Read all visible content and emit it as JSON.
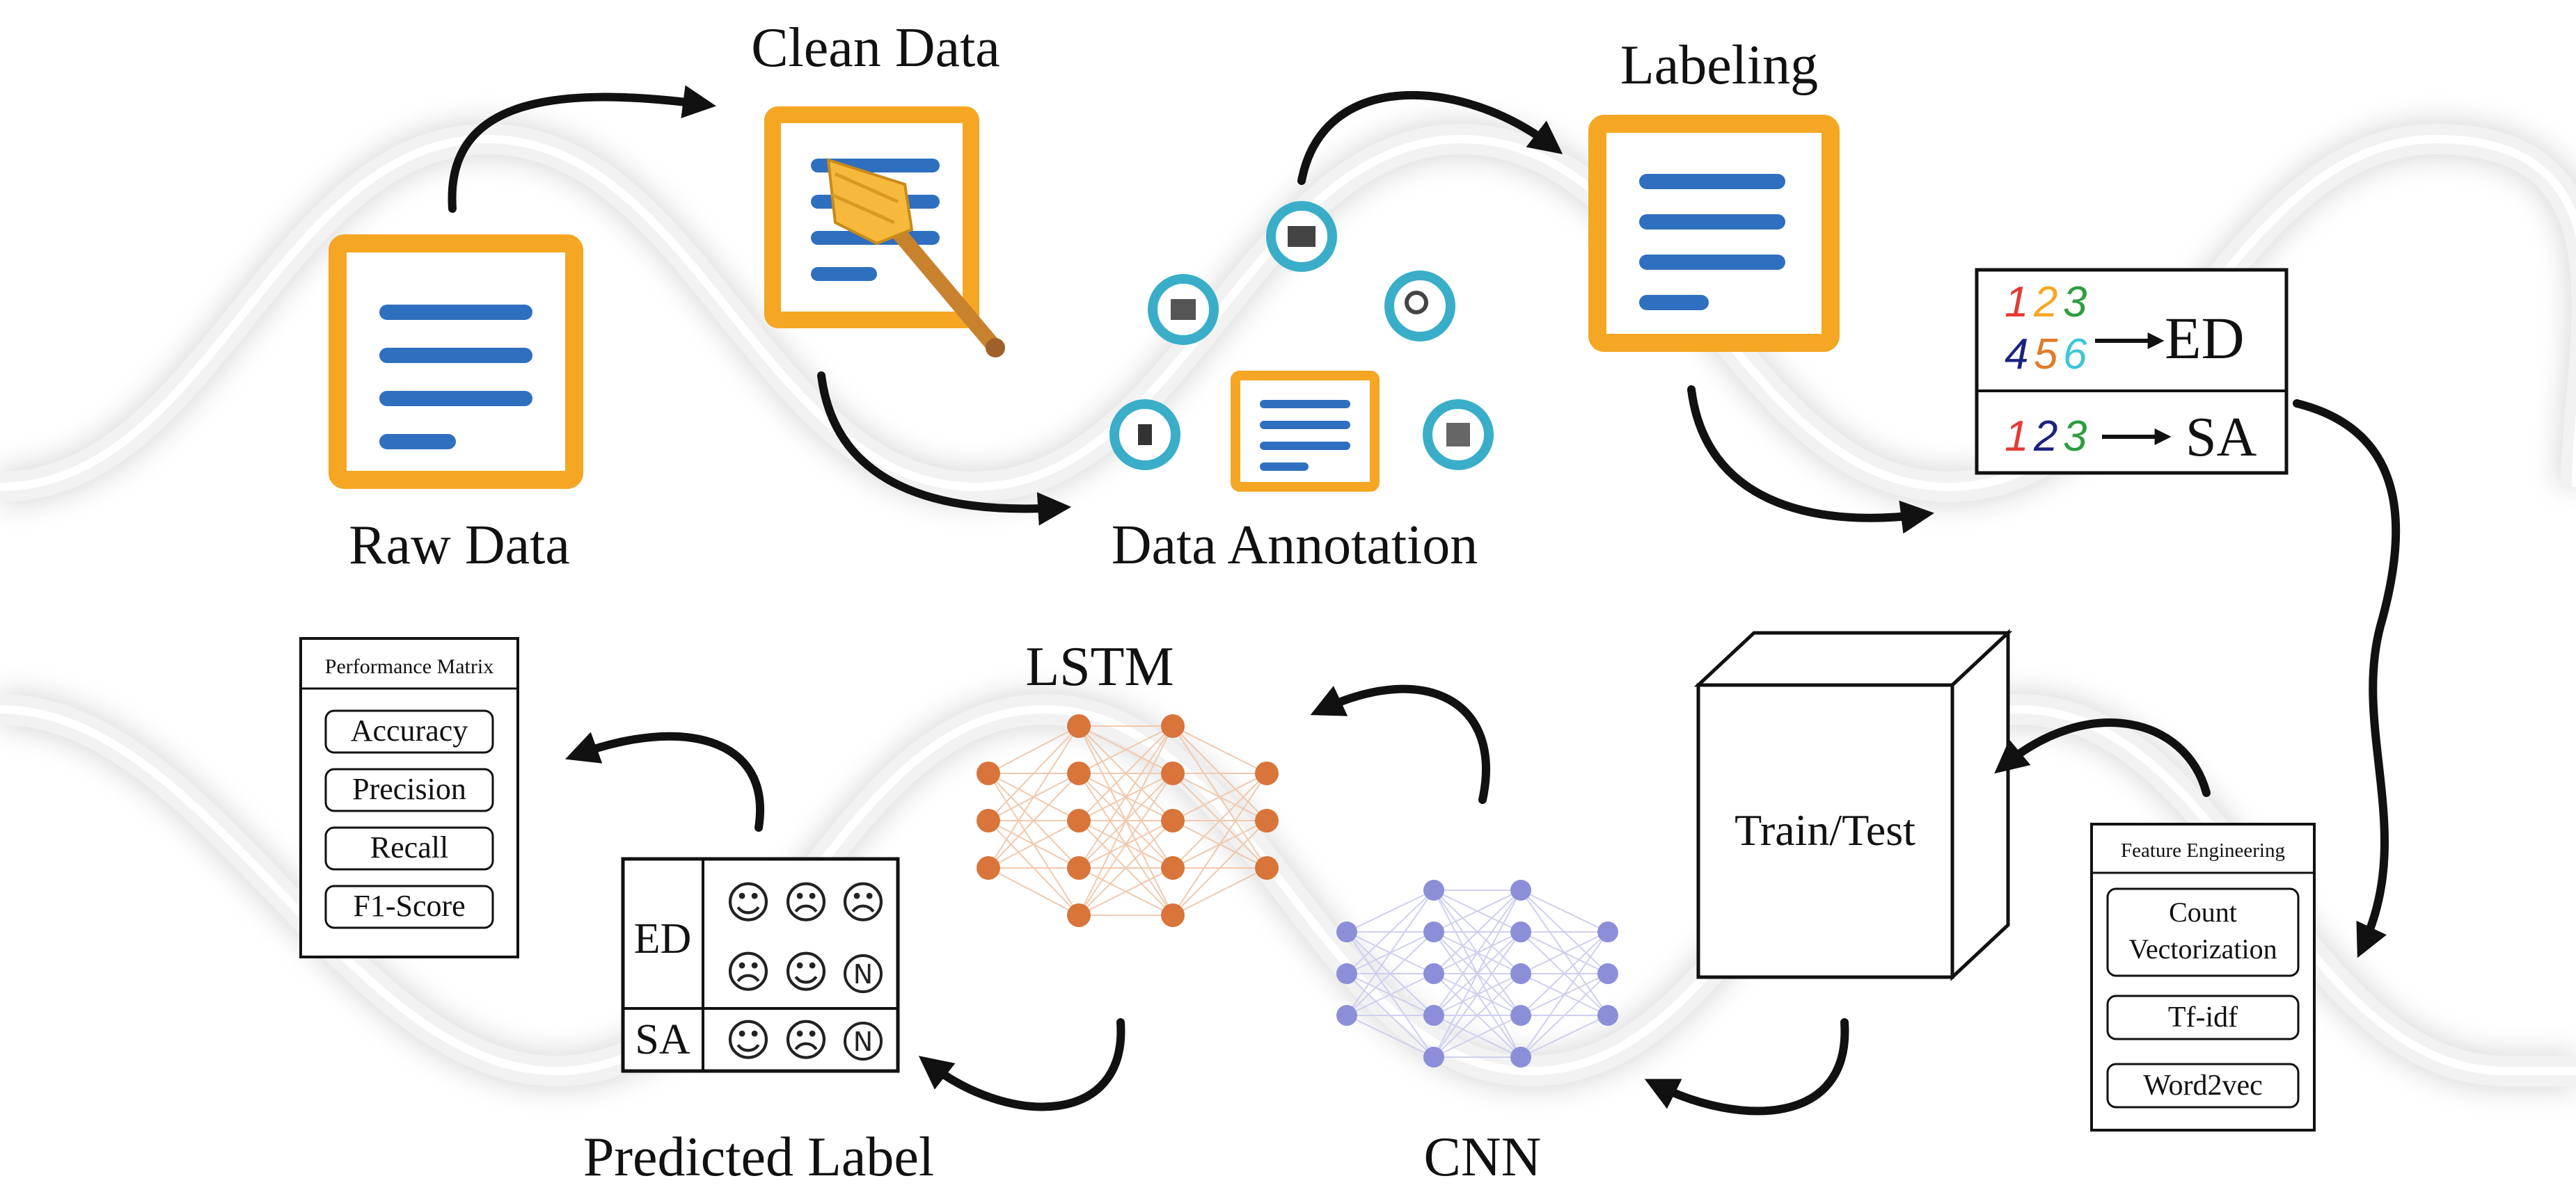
{
  "steps": {
    "raw_data": "Raw Data",
    "clean_data": "Clean Data",
    "data_annotation": "Data Annotation",
    "labeling": "Labeling",
    "lstm": "LSTM",
    "cnn": "CNN",
    "predicted_label": "Predicted Label",
    "train_test": "Train/Test"
  },
  "encoding": {
    "ed_digits_top": [
      "1",
      "2",
      "3"
    ],
    "ed_digits_bottom": [
      "4",
      "5",
      "6"
    ],
    "sa_digits": [
      "1",
      "2",
      "3"
    ],
    "ed_label": "ED",
    "sa_label": "SA"
  },
  "performance_matrix": {
    "title": "Performance Matrix",
    "metrics": [
      "Accuracy",
      "Precision",
      "Recall",
      "F1-Score"
    ]
  },
  "feature_engineering": {
    "title": "Feature Engineering",
    "items": [
      "Count Vectorization",
      "Tf-idf",
      "Word2vec"
    ],
    "count_line1": "Count",
    "count_line2": "Vectorization"
  },
  "predicted_table": {
    "ed_label": "ED",
    "sa_label": "SA",
    "ed_faces_row1": [
      "☺",
      "☹",
      "☹"
    ],
    "ed_faces_row2": [
      "☹",
      "☺",
      "N"
    ],
    "sa_faces": [
      "☺",
      "☹",
      "N"
    ]
  },
  "colors": {
    "doc_border": "#f5a623",
    "doc_lines": "#2f6fbf",
    "wave": "#e6e6e6",
    "lstm_nodes": "#d9743a",
    "cnn_nodes": "#8c8fd8",
    "annot_ring": "#3aaec8"
  },
  "icons": [
    "document-icon",
    "broom-icon",
    "arrow-icon",
    "neural-net-icon",
    "cube-icon",
    "smiley-icon"
  ]
}
